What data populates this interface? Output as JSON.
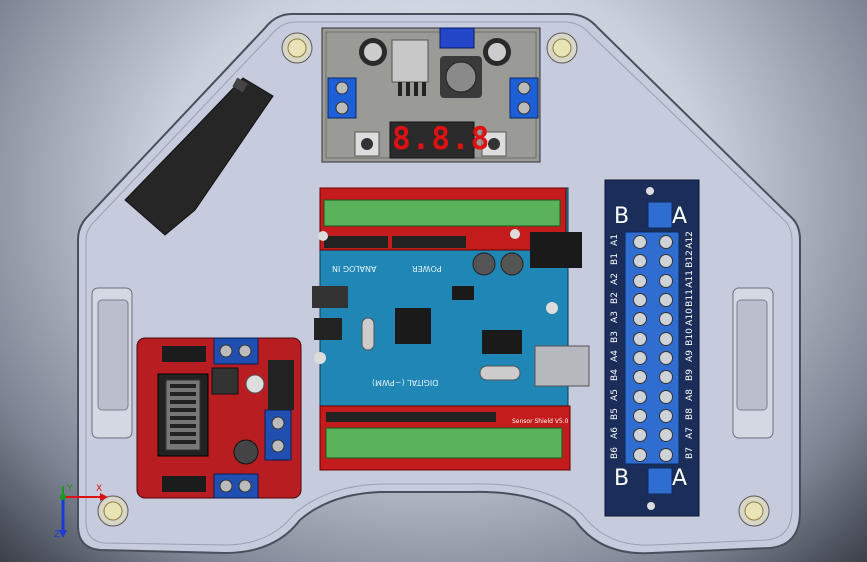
{
  "scene": {
    "background": "#c9d0dc",
    "enclosure_color": "#c6cbdd",
    "enclosure_edge": "#4a4f5c"
  },
  "buck_converter": {
    "display_digits": "8.8.8",
    "board_color": "#9a9b97"
  },
  "arduino_shield": {
    "shield_color": "#c41c1c",
    "uno_color": "#1f86b5",
    "silk_top_left": "ANALOG IN",
    "silk_power": "POWER",
    "silk_digital": "DIGITAL (~PWM)",
    "silk_shield": "Sensor Shield V5.0"
  },
  "motor_driver": {
    "board_color": "#b81d22"
  },
  "terminal_block": {
    "board_color": "#1b2e5a",
    "top_left_letter": "B",
    "top_right_letter": "A",
    "bottom_left_letter": "B",
    "bottom_right_letter": "A",
    "left_labels": [
      "A1",
      "B1",
      "A2",
      "B2",
      "A3",
      "B3",
      "A4",
      "B4",
      "A5",
      "B5",
      "A6",
      "B6"
    ],
    "right_labels": [
      "A12",
      "B12",
      "A11",
      "B11",
      "A10",
      "B10",
      "A9",
      "B9",
      "A8",
      "B8",
      "A7",
      "B7"
    ]
  },
  "triad": {
    "x_label": "X",
    "y_label": "Y",
    "z_label": "Z"
  }
}
